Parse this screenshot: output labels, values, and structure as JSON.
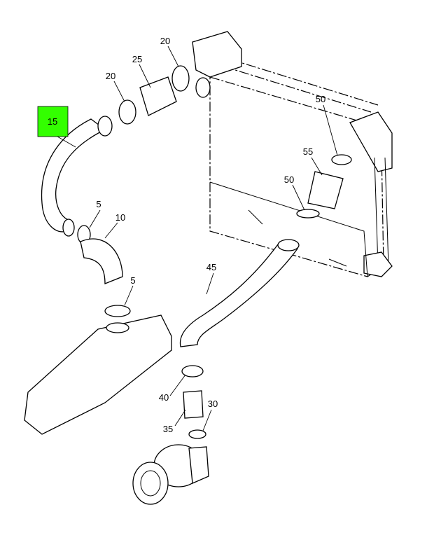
{
  "highlight_color": "#33ff00",
  "callouts": [
    {
      "id": "15",
      "highlighted": true
    },
    {
      "id": "20"
    },
    {
      "id": "25"
    },
    {
      "id": "20"
    },
    {
      "id": "50"
    },
    {
      "id": "55"
    },
    {
      "id": "50"
    },
    {
      "id": "5"
    },
    {
      "id": "10"
    },
    {
      "id": "5"
    },
    {
      "id": "45"
    },
    {
      "id": "40"
    },
    {
      "id": "35"
    },
    {
      "id": "30"
    }
  ]
}
